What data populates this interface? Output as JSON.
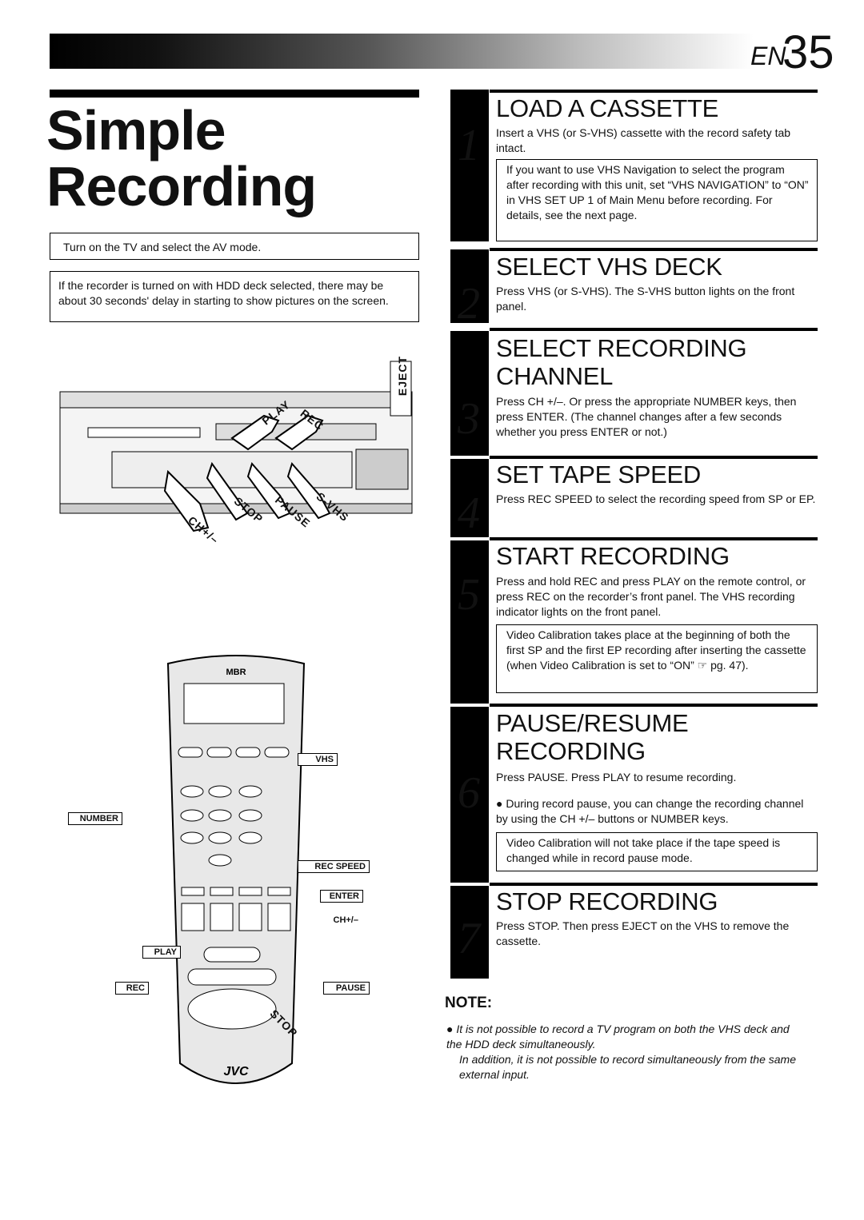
{
  "header": {
    "lang": "EN",
    "page": "35"
  },
  "title": [
    "Simple",
    "Recording"
  ],
  "notes_left": [
    "Turn on the TV and select the AV mode.",
    "If the recorder is turned on with HDD deck selected, there may be about 30 seconds' delay in starting to show pictures on the screen."
  ],
  "vcr_labels": {
    "eject": "EJECT",
    "play": "PLAY",
    "rec": "REC",
    "stop": "STOP",
    "pause": "PAUSE",
    "svhs": "S-VHS",
    "ch": "CH+/–"
  },
  "remote_labels": {
    "vhs": "VHS",
    "number": "NUMBER",
    "rec_speed": "REC SPEED",
    "enter": "ENTER",
    "ch": "CH+/–",
    "play": "PLAY",
    "rec": "REC",
    "pause": "PAUSE",
    "stop": "STOP"
  },
  "steps": [
    {
      "num": "1",
      "title": "LOAD A CASSETTE",
      "text": "Insert a VHS (or S-VHS) cassette with the record safety tab intact.",
      "box": "If you want to use VHS Navigation to select the program after recording with this unit, set “VHS NAVIGATION” to “ON” in VHS SET UP 1 of Main Menu before recording. For details, see the next page."
    },
    {
      "num": "2",
      "title": "SELECT VHS DECK",
      "text": "Press VHS (or S-VHS). The S-VHS button lights on the front panel."
    },
    {
      "num": "3",
      "title": "SELECT RECORDING CHANNEL",
      "text": "Press CH +/–. Or press the appropriate NUMBER keys, then press ENTER. (The channel changes after a few seconds whether you press ENTER or not.)"
    },
    {
      "num": "4",
      "title": "SET TAPE SPEED",
      "text": "Press REC SPEED to select the recording speed from SP or EP."
    },
    {
      "num": "5",
      "title": "START RECORDING",
      "text": "Press and hold REC and press PLAY on the remote control, or press REC on the recorder’s front panel. The VHS recording indicator lights on the front panel.",
      "box": "Video Calibration takes place at the beginning of both the first SP and the first EP recording after inserting the cassette (when Video Calibration is set to “ON” ☞ pg. 47)."
    },
    {
      "num": "6",
      "title": "PAUSE/RESUME RECORDING",
      "text": "Press PAUSE. Press PLAY to resume recording.",
      "bullet": "During record pause, you can change the recording channel by using the CH +/– buttons or NUMBER keys.",
      "box": "Video Calibration will not take place if the tape speed is changed while in record pause mode."
    },
    {
      "num": "7",
      "title": "STOP RECORDING",
      "text": "Press STOP. Then press EJECT on the VHS to remove the cassette."
    }
  ],
  "note": {
    "heading": "NOTE:",
    "lines": [
      "It is not possible to record a TV program on both the VHS deck and the HDD deck simultaneously.",
      "In addition, it is not possible to record simultaneously from the same external input."
    ]
  }
}
